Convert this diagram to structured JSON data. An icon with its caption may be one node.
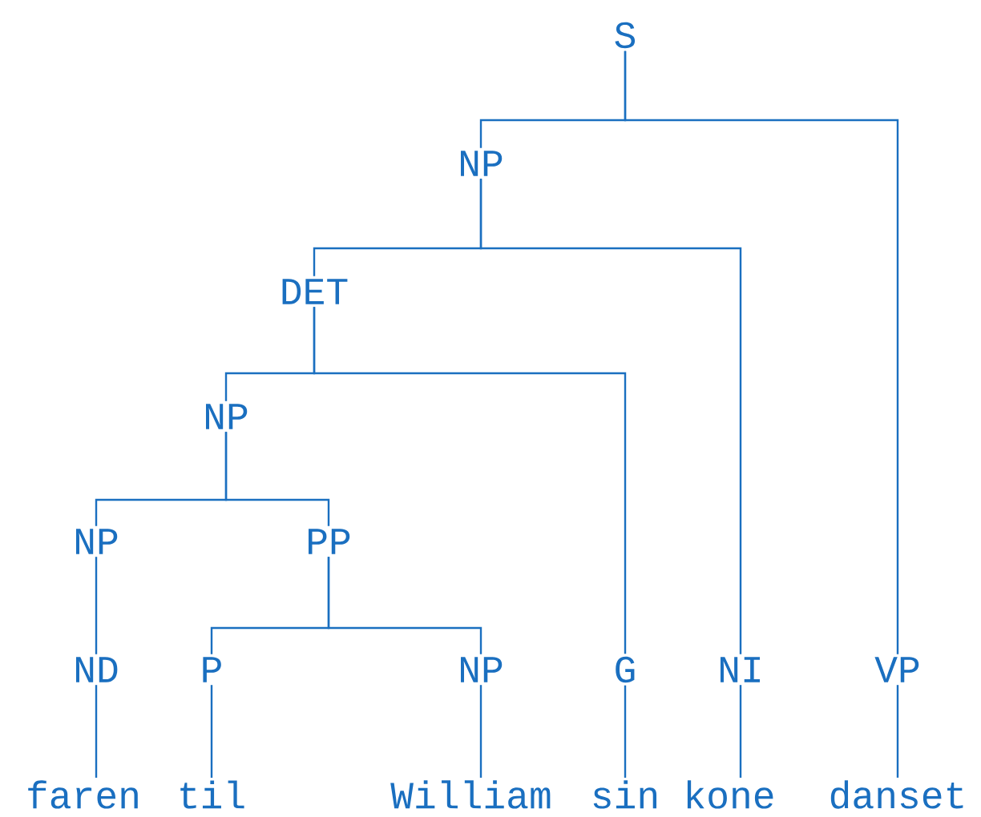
{
  "diagram": {
    "nodes": [
      {
        "text": [
          "S"
        ]
      },
      {
        "text": [
          "NP"
        ]
      },
      {
        "text": [
          "DET"
        ]
      },
      {
        "text": [
          "NP"
        ]
      },
      {
        "text": [
          "NP"
        ]
      },
      {
        "text": [
          "PP"
        ]
      },
      {
        "text": [
          "ND"
        ]
      },
      {
        "text": [
          "P"
        ]
      },
      {
        "text": [
          "NP"
        ]
      },
      {
        "text": [
          "G"
        ]
      },
      {
        "text": [
          "NI"
        ]
      },
      {
        "text": [
          "VP"
        ]
      },
      {
        "text": [
          "faren"
        ]
      },
      {
        "text": [
          "til"
        ]
      },
      {
        "text": [
          "William"
        ]
      },
      {
        "text": [
          "sin"
        ]
      },
      {
        "text": [
          "kone"
        ]
      },
      {
        "text": [
          "danset"
        ]
      }
    ],
    "edges": [
      {
        "from": 0,
        "to": 1,
        "arrow": "none"
      },
      {
        "from": 0,
        "to": 11,
        "arrow": "none"
      },
      {
        "from": 1,
        "to": 2,
        "arrow": "none"
      },
      {
        "from": 1,
        "to": 10,
        "arrow": "none"
      },
      {
        "from": 2,
        "to": 3,
        "arrow": "none"
      },
      {
        "from": 2,
        "to": 9,
        "arrow": "none"
      },
      {
        "from": 3,
        "to": 4,
        "arrow": "none"
      },
      {
        "from": 3,
        "to": 5,
        "arrow": "none"
      },
      {
        "from": 4,
        "to": 6,
        "arrow": "none"
      },
      {
        "from": 5,
        "to": 7,
        "arrow": "none"
      },
      {
        "from": 5,
        "to": 8,
        "arrow": "none"
      },
      {
        "from": 6,
        "to": 12,
        "arrow": "none"
      },
      {
        "from": 7,
        "to": 13,
        "arrow": "none"
      },
      {
        "from": 8,
        "to": 14,
        "arrow": "none"
      },
      {
        "from": 9,
        "to": 15,
        "arrow": "none"
      },
      {
        "from": 10,
        "to": 16,
        "arrow": "none"
      },
      {
        "from": 11,
        "to": 17,
        "arrow": "none"
      }
    ]
  }
}
